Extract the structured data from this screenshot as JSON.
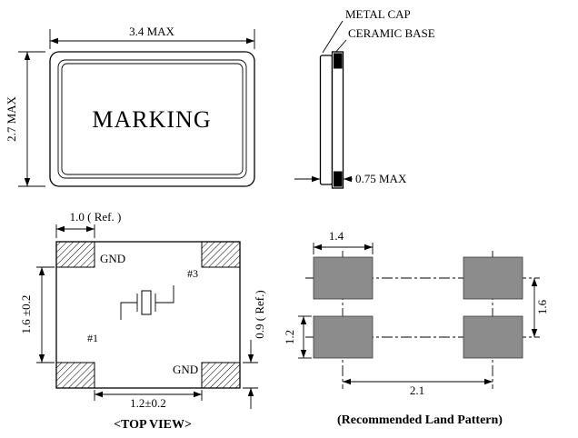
{
  "package_top": {
    "marking": "MARKING",
    "dim_width": "3.4 MAX",
    "dim_height": "2.7 MAX"
  },
  "side_view": {
    "metal_cap_label": "METAL CAP",
    "ceramic_base_label": "CERAMIC BASE",
    "dim_thickness": "0.75 MAX"
  },
  "top_view": {
    "caption": "<TOP VIEW>",
    "gnd_top": "GND",
    "gnd_bottom": "GND",
    "pin1": "#1",
    "pin3": "#3",
    "dim_pad_width": "1.0 ( Ref. )",
    "dim_vertical": "1.6 ±0.2",
    "dim_inner_gap": "1.2±0.2",
    "dim_pad_height": "0.9 ( Ref.)"
  },
  "land_pattern": {
    "caption": "(Recommended Land Pattern)",
    "dim_pad_width": "1.4",
    "dim_pad_height": "1.2",
    "dim_row_pitch": "1.6",
    "dim_col_pitch": "2.1"
  },
  "colors": {
    "line": "#000000",
    "pad_gray": "#8c8c8c",
    "background": "#ffffff"
  }
}
